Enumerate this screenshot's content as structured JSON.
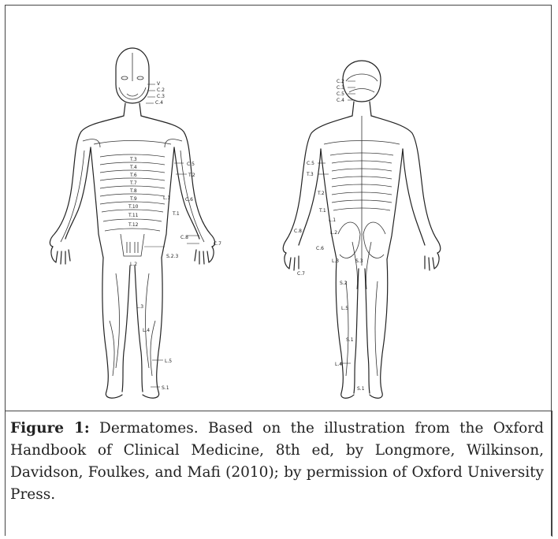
{
  "figure": {
    "front_view": {
      "labels": [
        {
          "id": "v",
          "text": "V"
        },
        {
          "id": "c2",
          "text": "C.2"
        },
        {
          "id": "c3",
          "text": "C.3"
        },
        {
          "id": "c4",
          "text": "C.4"
        },
        {
          "id": "c5",
          "text": "C.5"
        },
        {
          "id": "t2",
          "text": "T.2"
        },
        {
          "id": "t3",
          "text": "T.3"
        },
        {
          "id": "t4",
          "text": "T.4"
        },
        {
          "id": "t6",
          "text": "T.6"
        },
        {
          "id": "t7",
          "text": "T.7"
        },
        {
          "id": "t8",
          "text": "T.8"
        },
        {
          "id": "t9",
          "text": "T.9"
        },
        {
          "id": "t10",
          "text": "T.10"
        },
        {
          "id": "t11",
          "text": "T.11"
        },
        {
          "id": "t12",
          "text": "T.12"
        },
        {
          "id": "t1",
          "text": "T.1"
        },
        {
          "id": "c6",
          "text": "C.6"
        },
        {
          "id": "c8",
          "text": "C.8"
        },
        {
          "id": "c7",
          "text": "C.7"
        },
        {
          "id": "s23",
          "text": "S.2.3"
        },
        {
          "id": "l1",
          "text": "L.1"
        },
        {
          "id": "l2",
          "text": "L.2"
        },
        {
          "id": "l3",
          "text": "L.3"
        },
        {
          "id": "l4",
          "text": "L.4"
        },
        {
          "id": "l5",
          "text": "L.5"
        },
        {
          "id": "s1",
          "text": "S.1"
        }
      ]
    },
    "back_view": {
      "labels": [
        {
          "id": "c2",
          "text": "C.2"
        },
        {
          "id": "c3",
          "text": "C.3"
        },
        {
          "id": "c5",
          "text": "C.5"
        },
        {
          "id": "c4",
          "text": "C.4"
        },
        {
          "id": "c5b",
          "text": "C.5"
        },
        {
          "id": "t3",
          "text": "T.3"
        },
        {
          "id": "t2",
          "text": "T.2"
        },
        {
          "id": "t1",
          "text": "T.1"
        },
        {
          "id": "l1",
          "text": "L.1"
        },
        {
          "id": "l2",
          "text": "L.2"
        },
        {
          "id": "c8",
          "text": "C.8"
        },
        {
          "id": "c6",
          "text": "C.6"
        },
        {
          "id": "c7",
          "text": "C.7"
        },
        {
          "id": "l3",
          "text": "L.3"
        },
        {
          "id": "s3",
          "text": "S.3"
        },
        {
          "id": "s2",
          "text": "S.2"
        },
        {
          "id": "l5",
          "text": "L.5"
        },
        {
          "id": "s1",
          "text": "S.1"
        },
        {
          "id": "l4",
          "text": "L.4"
        },
        {
          "id": "s1b",
          "text": "S.1"
        }
      ]
    }
  },
  "caption": {
    "label": "Figure 1:",
    "text": " Dermatomes. Based on the illustration from the Oxford Handbook of Clinical Medicine, 8th ed, by Longmore, Wilkinson, Davidson, Foulkes, and Mafi (2010); by permission of Oxford University Press."
  }
}
